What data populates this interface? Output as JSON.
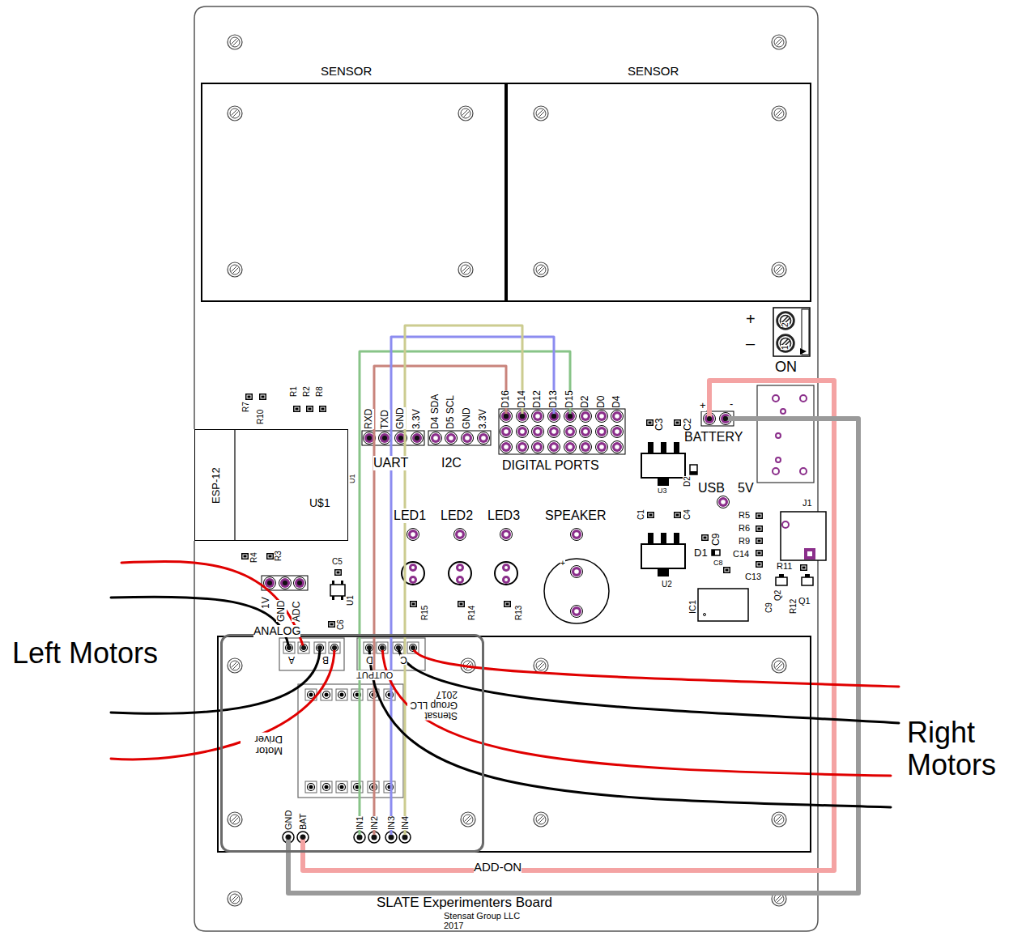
{
  "diagram": {
    "nodes": [
      {
        "text": [
          "SLATE Experimenters Board",
          "Stensat Group LLC 2017"
        ]
      },
      {
        "text": [
          "SENSOR"
        ],
        "in": 0
      },
      {
        "text": [
          "SENSOR"
        ],
        "in": 0
      },
      {
        "text": [
          "ESP-12",
          "U$1"
        ],
        "in": 0
      },
      {
        "text": [
          "ADD-ON"
        ],
        "in": 0
      },
      {
        "text": [
          "Motor Driver",
          "Stensat Group LLC 2017"
        ],
        "in": 4
      }
    ],
    "labels": [
      "+",
      "–",
      "2",
      "1",
      "ON",
      "+",
      "-",
      "BATTERY",
      "C3",
      "C2",
      "U3",
      "D2",
      "USB",
      "5V",
      "C1",
      "C4",
      "R5",
      "R6",
      "R9",
      "C9",
      "D1",
      "C14",
      "C8",
      "C13",
      "J1",
      "R11",
      "C9",
      "Q2",
      "R12",
      "Q1",
      "IC1",
      "U2",
      "LED1",
      "LED2",
      "LED3",
      "SPEAKER",
      "+",
      "R15",
      "R14",
      "R13",
      "RXD",
      "TXD",
      "GND",
      "3.3V",
      "D4 SDA",
      "D5 SCL",
      "GND",
      "3.3V",
      "D16",
      "D14",
      "D12",
      "D13",
      "D15",
      "D2",
      "D0",
      "D4",
      "UART",
      "I2C",
      "DIGITAL PORTS",
      "R7",
      "R10",
      "R1",
      "R2",
      "R8",
      "U1",
      "R4",
      "R3",
      "C5",
      "U1",
      "C6",
      "1V",
      "GND",
      "ADC",
      "ANALOG",
      "A",
      "B",
      "D",
      "C",
      "OUTPUT",
      "GND",
      "BAT",
      "IN1",
      "IN2",
      "IN3",
      "IN4",
      "Left Motors",
      "Right Motors"
    ]
  }
}
